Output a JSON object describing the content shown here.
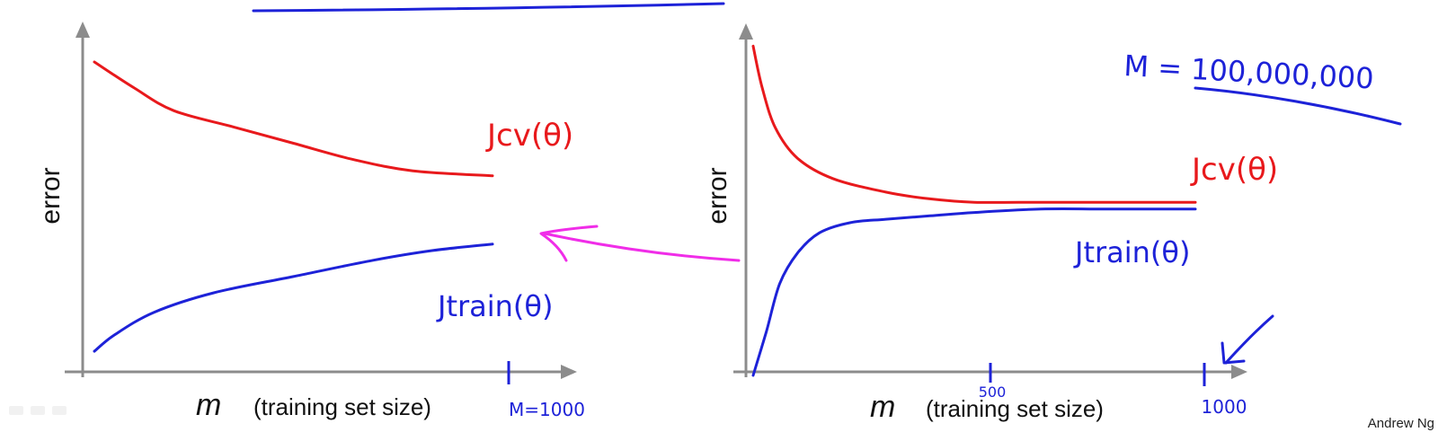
{
  "colors": {
    "axis": "#8c8c8c",
    "cv": "#e8191c",
    "train": "#1d22d8",
    "arrow": "#f02de8",
    "ink_blue": "#1d22d8",
    "ink_red": "#e8191c"
  },
  "chart_data": [
    {
      "type": "line",
      "title": "",
      "xlabel_symbol": "m",
      "xlabel": "(training set size)",
      "ylabel": "error",
      "grid": false,
      "series": [
        {
          "name": "Jcv(θ)",
          "x": [
            0,
            0.1,
            0.2,
            0.35,
            0.5,
            0.65,
            0.8,
            1.0
          ],
          "y": [
            0.92,
            0.84,
            0.77,
            0.72,
            0.67,
            0.62,
            0.585,
            0.57
          ]
        },
        {
          "name": "Jtrain(θ)",
          "x": [
            0,
            0.05,
            0.15,
            0.3,
            0.5,
            0.7,
            0.85,
            1.0
          ],
          "y": [
            0.03,
            0.08,
            0.15,
            0.21,
            0.26,
            0.31,
            0.34,
            0.36
          ]
        }
      ],
      "annotations": [
        {
          "text": "Jcv(θ)"
        },
        {
          "text": "Jtrain(θ)"
        },
        {
          "text": "M=1000"
        }
      ]
    },
    {
      "type": "line",
      "title": "",
      "xlabel_symbol": "m",
      "xlabel": "(training set size)",
      "ylabel": "error",
      "grid": false,
      "ticks": [
        "500",
        "1000"
      ],
      "series": [
        {
          "name": "Jcv(θ)",
          "x": [
            0,
            0.02,
            0.05,
            0.1,
            0.18,
            0.3,
            0.4,
            0.5,
            0.6,
            0.8,
            1.0
          ],
          "y": [
            0.97,
            0.85,
            0.73,
            0.64,
            0.58,
            0.54,
            0.52,
            0.51,
            0.51,
            0.51,
            0.51
          ]
        },
        {
          "name": "Jtrain(θ)",
          "x": [
            0,
            0.03,
            0.06,
            0.1,
            0.15,
            0.22,
            0.3,
            0.4,
            0.5,
            0.65,
            0.8,
            1.0
          ],
          "y": [
            0.0,
            0.13,
            0.27,
            0.36,
            0.42,
            0.45,
            0.46,
            0.47,
            0.48,
            0.49,
            0.49,
            0.49
          ]
        }
      ],
      "annotations": [
        {
          "text": "M = 100,000,000"
        },
        {
          "text": "Jcv(θ)"
        },
        {
          "text": "Jtrain(θ)"
        }
      ]
    }
  ],
  "credit": "Andrew Ng"
}
